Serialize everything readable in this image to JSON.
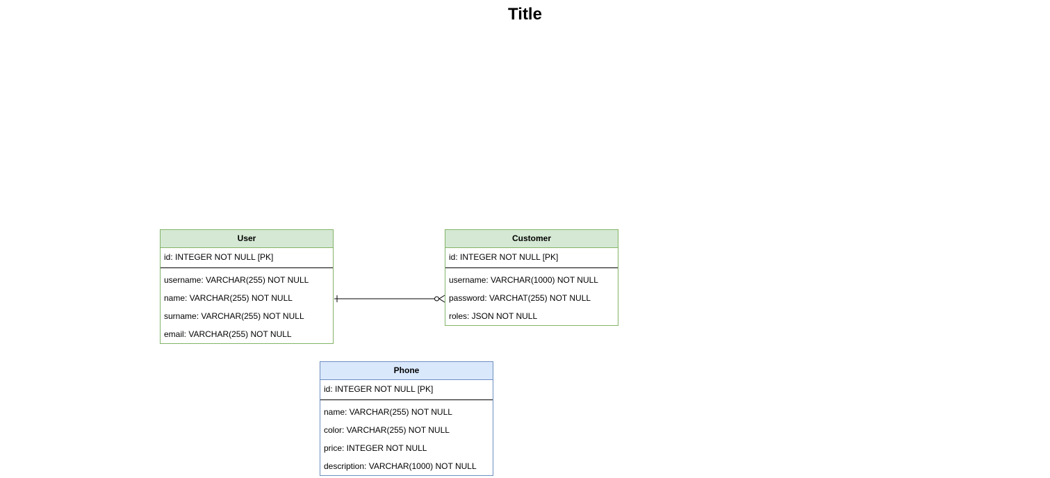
{
  "title": "Title",
  "colors": {
    "green_fill": "#d5e8d4",
    "green_stroke": "#82b366",
    "blue_fill": "#dae8fc",
    "blue_stroke": "#6c8ebf",
    "line": "#000000"
  },
  "entities": {
    "user": {
      "name": "User",
      "pk": "id: INTEGER NOT NULL [PK]",
      "fields": [
        "username: VARCHAR(255) NOT NULL",
        "name: VARCHAR(255) NOT NULL",
        "surname: VARCHAR(255) NOT NULL",
        "email: VARCHAR(255) NOT NULL"
      ]
    },
    "customer": {
      "name": "Customer",
      "pk": "id: INTEGER NOT NULL [PK]",
      "fields": [
        "username: VARCHAR(1000) NOT NULL",
        "password: VARCHAT(255) NOT NULL",
        "roles: JSON NOT NULL"
      ]
    },
    "phone": {
      "name": "Phone",
      "pk": "id: INTEGER NOT NULL [PK]",
      "fields": [
        "name: VARCHAR(255) NOT NULL",
        "color: VARCHAR(255) NOT NULL",
        "price: INTEGER NOT NULL",
        "description: VARCHAR(1000) NOT NULL"
      ]
    }
  },
  "relations": [
    {
      "from": "user",
      "to": "customer",
      "from_cardinality": "one",
      "to_cardinality": "zero-or-many"
    }
  ]
}
